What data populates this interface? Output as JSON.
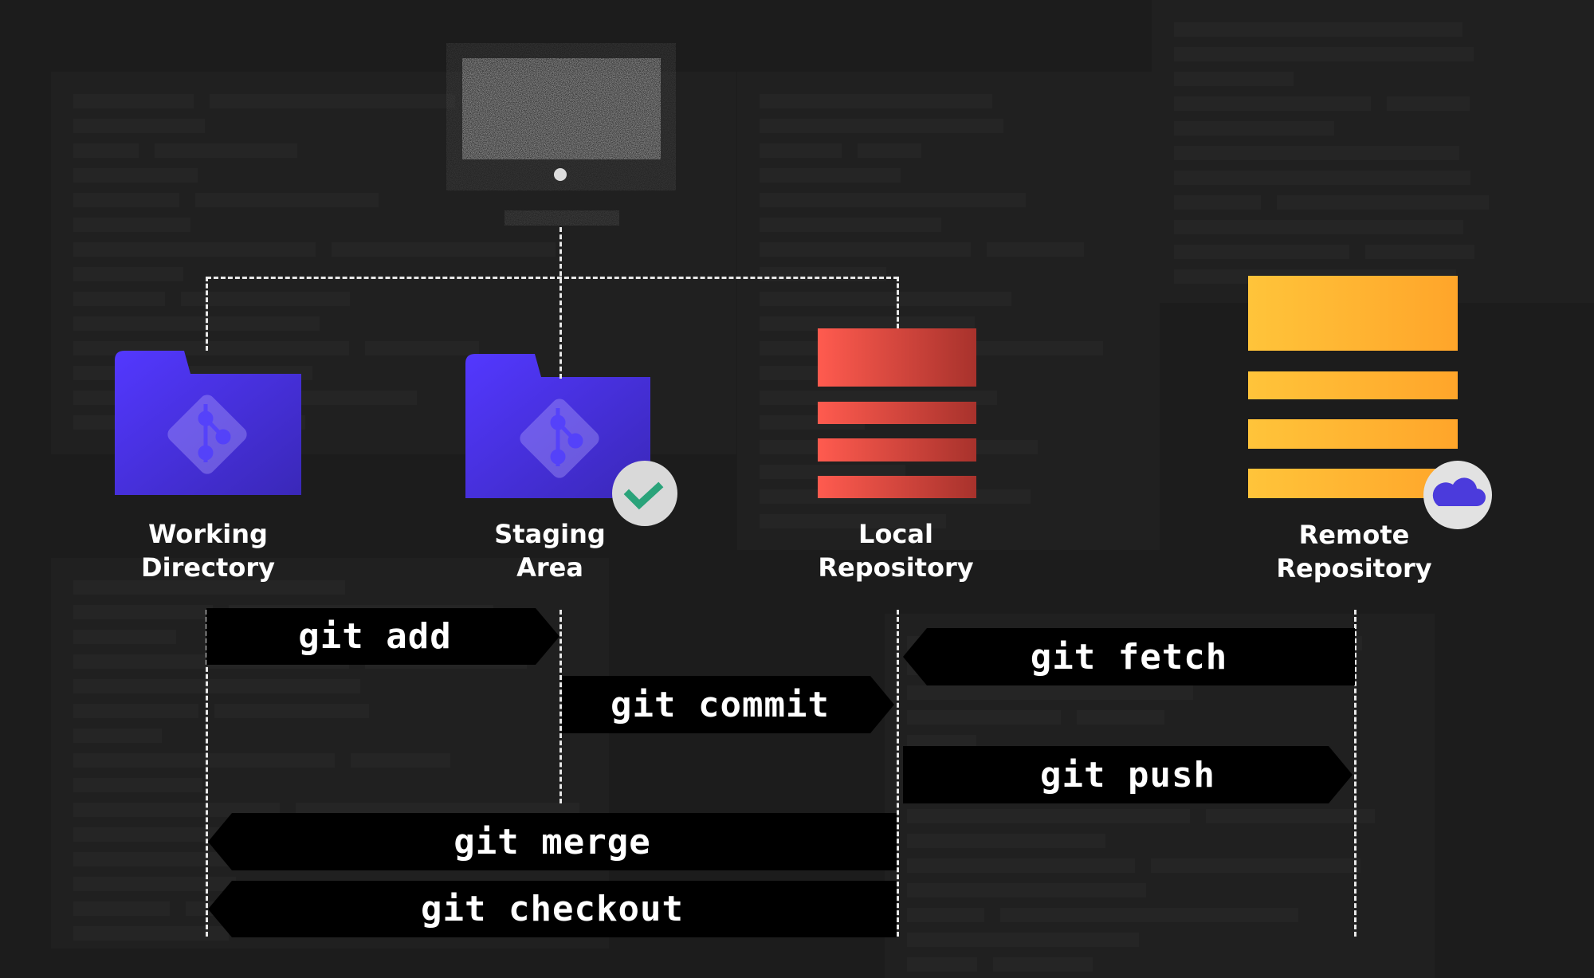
{
  "title": "Git workflow diagram",
  "nodes": {
    "working": {
      "line1": "Working",
      "line2": "Directory"
    },
    "staging": {
      "line1": "Staging",
      "line2": "Area"
    },
    "local": {
      "line1": "Local",
      "line2": "Repository"
    },
    "remote": {
      "line1": "Remote",
      "line2": "Repository"
    }
  },
  "commands": {
    "add": "git add",
    "commit": "git commit",
    "fetch": "git fetch",
    "push": "git push",
    "merge": "git merge",
    "checkout": "git checkout"
  },
  "colors": {
    "folder": "#4f3cff",
    "local_repo": "#ff5a4e",
    "remote_repo": "#ffb02a",
    "check": "#2aa37a",
    "cloud": "#4b3bdc"
  }
}
